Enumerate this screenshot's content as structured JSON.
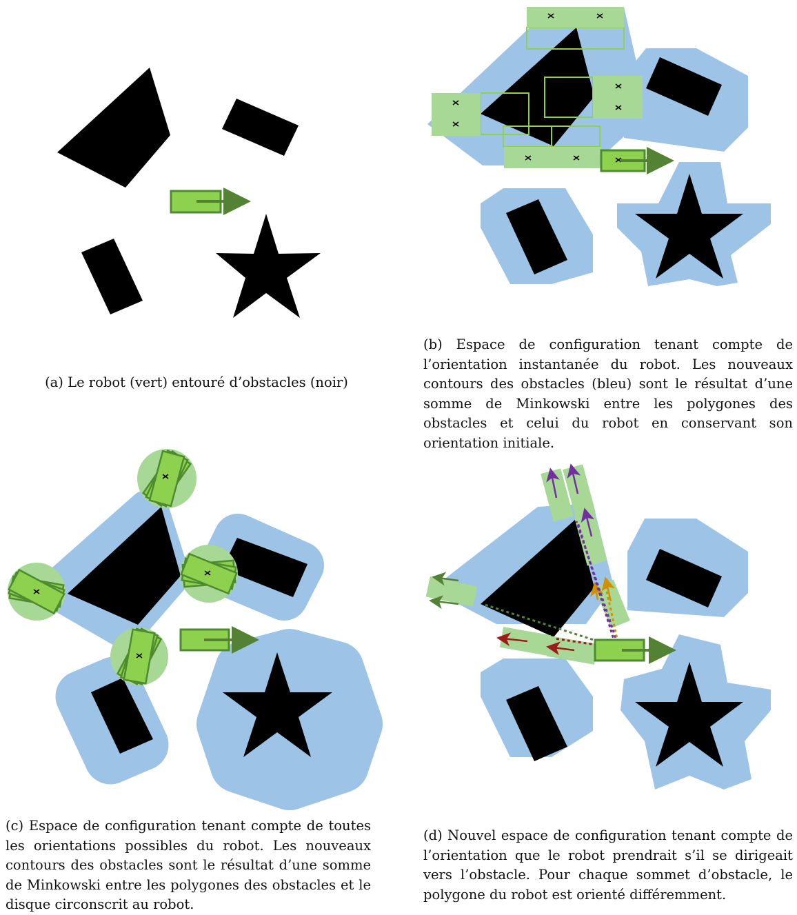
{
  "colors": {
    "obstacle": "#000000",
    "robot_fill": "#8ed14f",
    "robot_stroke": "#4e8a2f",
    "robot_ghost": "#a8d895",
    "cspace": "#9dc3e6",
    "arrow_green": "#548235",
    "arrow_purple": "#7030a0",
    "arrow_orange": "#d09000",
    "arrow_red": "#9c1c1c"
  },
  "icons": [
    "robot-marker-icon",
    "direction-arrow-icon"
  ],
  "captions": {
    "a": "(a) Le robot (vert) entouré d’obstacles (noir)",
    "b": "(b) Espace de configuration tenant compte de l’orientation instantanée du robot. Les nouveaux contours des obstacles (bleu) sont le résultat d’une somme de Minkowski entre les polygones des obstacles et celui du robot en conservant son orientation initiale.",
    "c": "(c) Espace de configuration tenant compte de toutes les orientations possibles du robot. Les nouveaux contours des obstacles sont le résultat d’une somme de Minkowski entre les polygones des obstacles et le disque circonscrit au robot.",
    "d": "(d) Nouvel espace de configuration tenant compte de l’orientation que le robot prendrait s’il se dirigeait vers l’obstacle. Pour chaque sommet d’obstacle, le polygone du robot est orienté différemment."
  }
}
